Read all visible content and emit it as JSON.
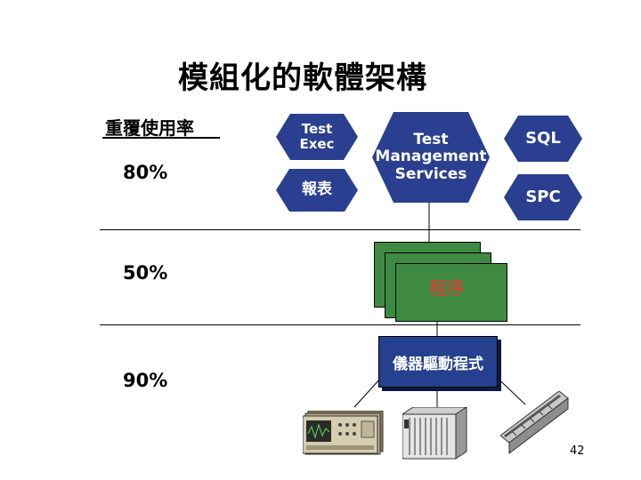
{
  "title": "模組化的軟體架構",
  "reuse_label": "重覆使用率",
  "percentages": [
    "80%",
    "50%",
    "90%"
  ],
  "nodes": {
    "test_exec": "Test\nExec",
    "report": "報表",
    "tms": "Test\nManagement\nServices",
    "sql": "SQL",
    "spc": "SPC",
    "program": "程序",
    "driver": "儀器驅動程式"
  },
  "colors": {
    "hex_blue": "#2a3f8f",
    "program_green": "#3f8a43",
    "driver_blue": "#24408e",
    "program_text": "#ff2b2b"
  },
  "icons": [
    "oscilloscope-icon",
    "vxi-chassis-icon",
    "plugin-card-icon"
  ],
  "page_number": "42"
}
